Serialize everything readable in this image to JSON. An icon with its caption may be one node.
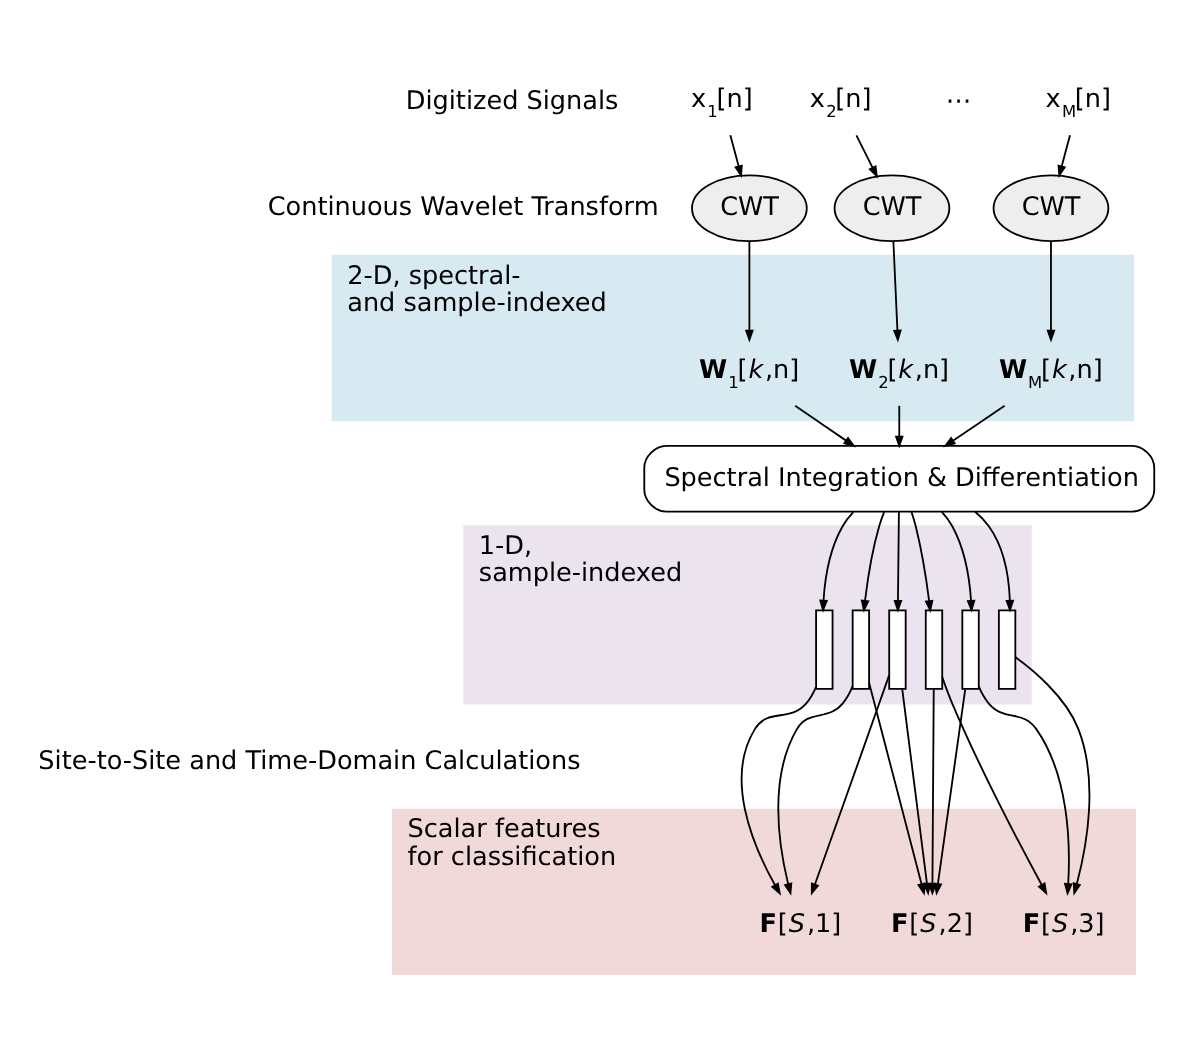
{
  "diagram": {
    "nodes": [
      {
        "text": [
          "x$_{1}$[n]"
        ]
      },
      {
        "text": [
          "x$_{2}$[n]"
        ]
      },
      {
        "text": [
          "x$_{M}$[n]"
        ]
      },
      {
        "text": [
          "CWT"
        ]
      },
      {
        "text": [
          "CWT"
        ]
      },
      {
        "text": [
          "CWT"
        ]
      },
      {
        "text": [
          "2-D, spectral- and sample-indexed"
        ]
      },
      {
        "text": [
          "**W**$_{1}$[*k*,n]"
        ],
        "in": 6
      },
      {
        "text": [
          "**W**$_{2}$[*k*,n]"
        ],
        "in": 6
      },
      {
        "text": [
          "**W**$_{M}$[*k*,n]"
        ],
        "in": 6
      },
      {
        "text": [
          "Spectral Integration & Differentiation"
        ]
      },
      {
        "text": [
          "1-D, sample-indexed"
        ]
      },
      {
        "text": [],
        "shape": "bar",
        "in": 11
      },
      {
        "text": [],
        "shape": "bar",
        "in": 11
      },
      {
        "text": [],
        "shape": "bar",
        "in": 11
      },
      {
        "text": [],
        "shape": "bar",
        "in": 11
      },
      {
        "text": [],
        "shape": "bar",
        "in": 11
      },
      {
        "text": [],
        "shape": "bar",
        "in": 11
      },
      {
        "text": [
          "Scalar features for classification"
        ]
      },
      {
        "text": [
          "**F**[*S*,1]"
        ],
        "in": 18
      },
      {
        "text": [
          "**F**[*S*,2]"
        ],
        "in": 18
      },
      {
        "text": [
          "**F**[*S*,3]"
        ],
        "in": 18
      }
    ],
    "edges": [
      {
        "from": 0,
        "to": 3,
        "arrow": "to"
      },
      {
        "from": 1,
        "to": 4,
        "arrow": "to"
      },
      {
        "from": 2,
        "to": 5,
        "arrow": "to"
      },
      {
        "from": 3,
        "to": 7,
        "arrow": "to"
      },
      {
        "from": 4,
        "to": 8,
        "arrow": "to"
      },
      {
        "from": 5,
        "to": 9,
        "arrow": "to"
      },
      {
        "from": 7,
        "to": 10,
        "arrow": "to"
      },
      {
        "from": 8,
        "to": 10,
        "arrow": "to"
      },
      {
        "from": 9,
        "to": 10,
        "arrow": "to"
      },
      {
        "from": 10,
        "to": 12,
        "arrow": "to"
      },
      {
        "from": 10,
        "to": 13,
        "arrow": "to"
      },
      {
        "from": 10,
        "to": 14,
        "arrow": "to"
      },
      {
        "from": 10,
        "to": 15,
        "arrow": "to"
      },
      {
        "from": 10,
        "to": 16,
        "arrow": "to"
      },
      {
        "from": 10,
        "to": 17,
        "arrow": "to"
      },
      {
        "from": 12,
        "to": 19,
        "arrow": "to"
      },
      {
        "from": 13,
        "to": 19,
        "arrow": "to"
      },
      {
        "from": 13,
        "to": 20,
        "arrow": "to"
      },
      {
        "from": 14,
        "to": 19,
        "arrow": "to"
      },
      {
        "from": 14,
        "to": 20,
        "arrow": "to"
      },
      {
        "from": 15,
        "to": 20,
        "arrow": "to"
      },
      {
        "from": 15,
        "to": 21,
        "arrow": "to"
      },
      {
        "from": 16,
        "to": 20,
        "arrow": "to"
      },
      {
        "from": 16,
        "to": 21,
        "arrow": "to"
      },
      {
        "from": 17,
        "to": 21,
        "arrow": "to"
      }
    ],
    "labels": [
      "Digitized Signals",
      "⋯",
      "Continuous Wavelet Transform",
      "Site-to-Site and Time-Domain Calculations"
    ]
  }
}
